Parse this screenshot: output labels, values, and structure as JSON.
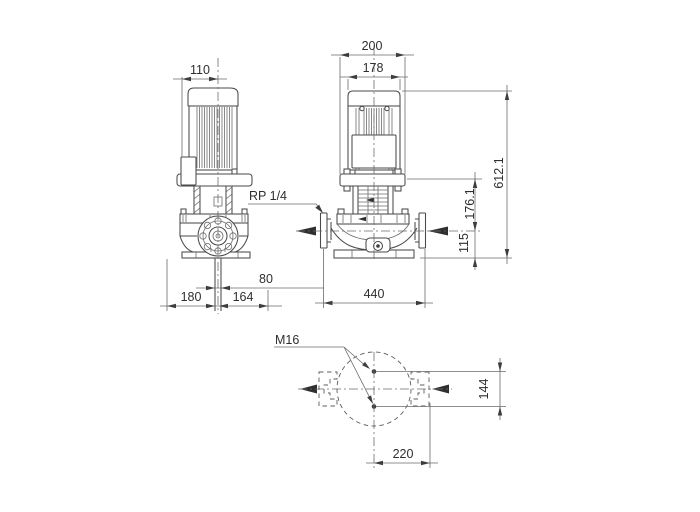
{
  "drawing": {
    "side_view": {
      "dim_motor_width": "110",
      "dim_base_left": "180",
      "dim_base_right": "164",
      "dim_drain_offset": "80"
    },
    "front_view": {
      "dim_overall_width": "200",
      "dim_motor_diameter": "178",
      "dim_total_height": "612.1",
      "dim_centerline_to_flange": "176.1",
      "dim_centerline_to_base": "115",
      "dim_port_to_port": "440",
      "gauge_tap_label": "RP 1/4"
    },
    "plan_view": {
      "bolt_label": "M16",
      "dim_bolt_spacing": "144",
      "dim_base_width": "220"
    },
    "colors": {
      "line": "#4a4a4a",
      "thin_line": "#6b6b6b",
      "text": "#2f2f2f",
      "background": "#ffffff"
    }
  }
}
